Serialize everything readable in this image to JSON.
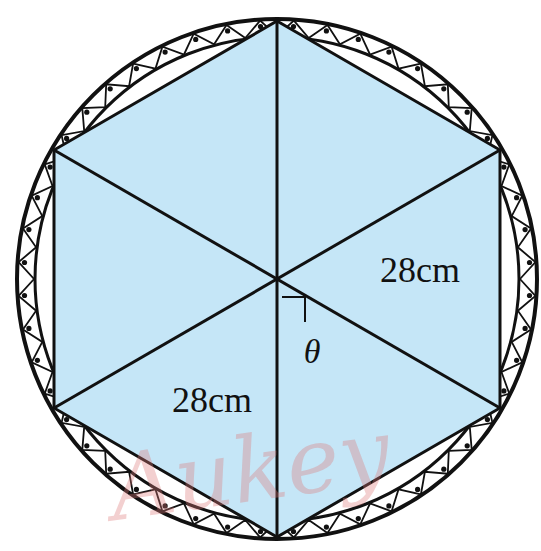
{
  "diagram": {
    "labels": [
      "28cm",
      "θ",
      "28cm",
      "Aukey"
    ]
  }
}
